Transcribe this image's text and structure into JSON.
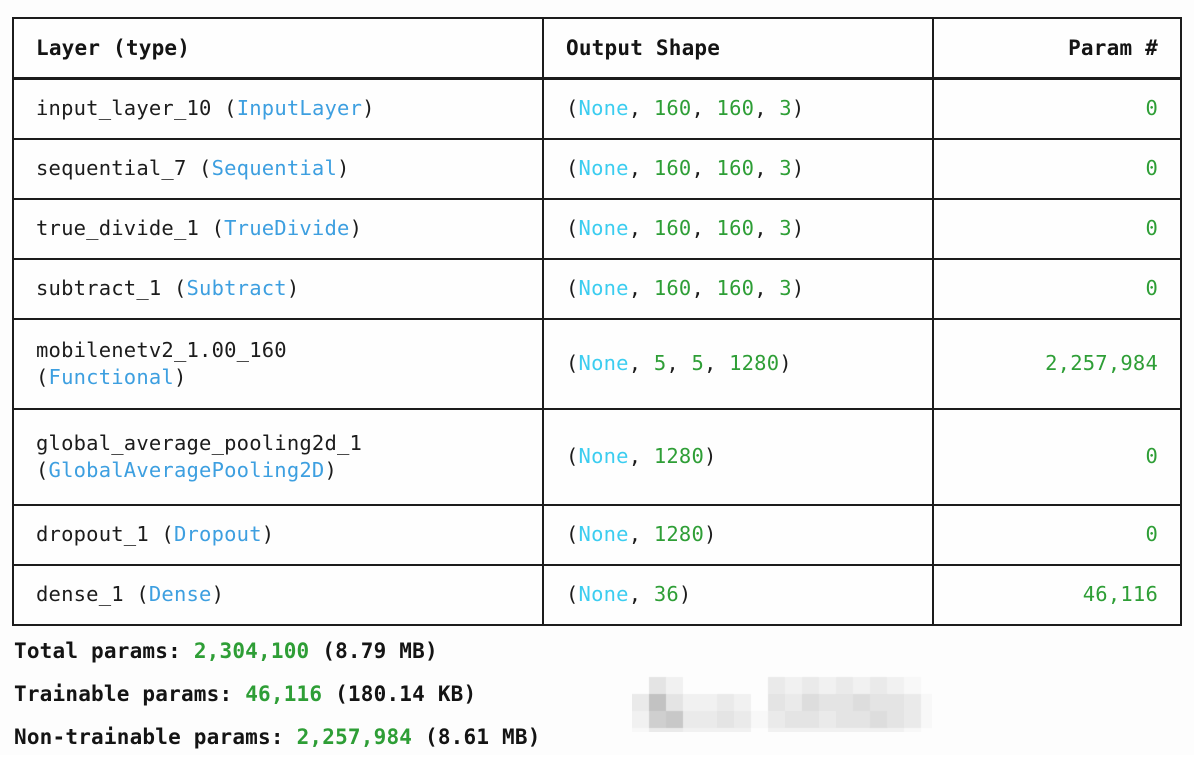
{
  "table": {
    "headers": {
      "layer": "Layer (type)",
      "shape": "Output Shape",
      "param": "Param #"
    },
    "rows": [
      {
        "name": "input_layer_10",
        "class": "InputLayer",
        "shape_dims": [
          "None",
          "160",
          "160",
          "3"
        ],
        "param": "0",
        "height": "short"
      },
      {
        "name": "sequential_7",
        "class": "Sequential",
        "shape_dims": [
          "None",
          "160",
          "160",
          "3"
        ],
        "param": "0",
        "height": "short"
      },
      {
        "name": "true_divide_1",
        "class": "TrueDivide",
        "shape_dims": [
          "None",
          "160",
          "160",
          "3"
        ],
        "param": "0",
        "height": "short"
      },
      {
        "name": "subtract_1",
        "class": "Subtract",
        "shape_dims": [
          "None",
          "160",
          "160",
          "3"
        ],
        "param": "0",
        "height": "short"
      },
      {
        "name": "mobilenetv2_1.00_160",
        "class": "Functional",
        "shape_dims": [
          "None",
          "5",
          "5",
          "1280"
        ],
        "param": "2,257,984",
        "height": "tall"
      },
      {
        "name": "global_average_pooling2d_1",
        "class": "GlobalAveragePooling2D",
        "shape_dims": [
          "None",
          "1280"
        ],
        "param": "0",
        "height": "tall2"
      },
      {
        "name": "dropout_1",
        "class": "Dropout",
        "shape_dims": [
          "None",
          "1280"
        ],
        "param": "0",
        "height": "short"
      },
      {
        "name": "dense_1",
        "class": "Dense",
        "shape_dims": [
          "None",
          "36"
        ],
        "param": "46,116",
        "height": "short"
      }
    ]
  },
  "footer": {
    "lines": [
      {
        "label": "Total params:",
        "value": "2,304,100",
        "memory": "(8.79 MB)"
      },
      {
        "label": "Trainable params:",
        "value": "46,116",
        "memory": "(180.14 KB)"
      },
      {
        "label": "Non-trainable params:",
        "value": "2,257,984",
        "memory": "(8.61 MB)"
      }
    ]
  },
  "colors": {
    "class_name": "#3d9fe0",
    "none_keyword": "#3ccdf0",
    "number": "#2e9e36",
    "text": "#1c1c1c",
    "border": "#1c1c1c",
    "background": "#fdfdfd"
  }
}
